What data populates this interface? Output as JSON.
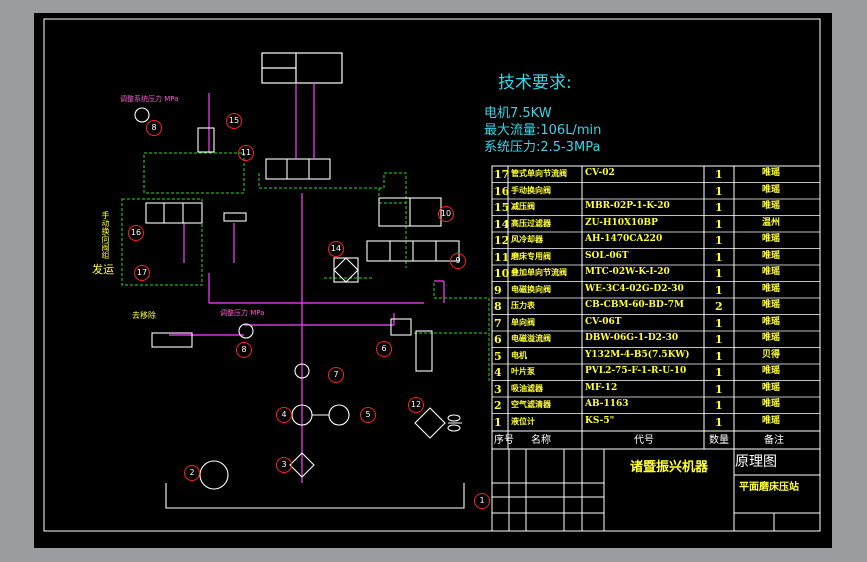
{
  "requirements": {
    "heading": "技术要求:",
    "motor": "电机7.5KW",
    "flow": "最大流量:106L/min",
    "pressure": "系统压力:2.5-3MPa"
  },
  "bom_rows": [
    {
      "no": "17",
      "name": "管式单向节流阀",
      "code": "CV-02",
      "qty": "1",
      "note": "唯瑶"
    },
    {
      "no": "16",
      "name": "手动换向阀",
      "code": "",
      "qty": "1",
      "note": "唯瑶"
    },
    {
      "no": "15",
      "name": "减压阀",
      "code": "MBR-02P-1-K-20",
      "qty": "1",
      "note": "唯瑶"
    },
    {
      "no": "14",
      "name": "高压过滤器",
      "code": "ZU-H10X10BP",
      "qty": "1",
      "note": "温州"
    },
    {
      "no": "12",
      "name": "风冷却器",
      "code": "AH-1470CA220",
      "qty": "1",
      "note": "唯瑶"
    },
    {
      "no": "11",
      "name": "磨床专用阀",
      "code": "SOL-06T",
      "qty": "1",
      "note": "唯瑶"
    },
    {
      "no": "10",
      "name": "叠加单向节流阀",
      "code": "MTC-02W-K-I-20",
      "qty": "1",
      "note": "唯瑶"
    },
    {
      "no": "9",
      "name": "电磁换向阀",
      "code": "WE-3C4-02G-D2-30",
      "qty": "1",
      "note": "唯瑶"
    },
    {
      "no": "8",
      "name": "压力表",
      "code": "CB-CBM-60-BD-7M",
      "qty": "2",
      "note": "唯瑶"
    },
    {
      "no": "7",
      "name": "单向阀",
      "code": "CV-06T",
      "qty": "1",
      "note": "唯瑶"
    },
    {
      "no": "6",
      "name": "电磁溢流阀",
      "code": "DBW-06G-1-D2-30",
      "qty": "1",
      "note": "唯瑶"
    },
    {
      "no": "5",
      "name": "电机",
      "code": "Y132M-4-B5(7.5KW)",
      "qty": "1",
      "note": "贝得"
    },
    {
      "no": "4",
      "name": "叶片泵",
      "code": "PVL2-75-F-1-R-U-10",
      "qty": "1",
      "note": "唯瑶"
    },
    {
      "no": "3",
      "name": "吸油滤器",
      "code": "MF-12",
      "qty": "1",
      "note": "唯瑶"
    },
    {
      "no": "2",
      "name": "空气滤清器",
      "code": "AB-1163",
      "qty": "1",
      "note": "唯瑶"
    },
    {
      "no": "1",
      "name": "液位计",
      "code": "KS-5\"",
      "qty": "1",
      "note": "唯瑶"
    }
  ],
  "bom_header": {
    "no": "序号",
    "name": "名称",
    "code": "代号",
    "qty": "数量",
    "note": "备注"
  },
  "title_block": {
    "company": "诸暨振兴机器",
    "drawing": "原理图",
    "product": "平面磨床压站"
  },
  "labels": {
    "gauge_top": "调整系统压力 MPa",
    "gauge_mid": "调整压力 MPa",
    "side_vertical": "手动换向阀组",
    "send": "发运",
    "remove": "去移除"
  },
  "callouts": [
    "15",
    "11",
    "8",
    "16",
    "17",
    "14",
    "10",
    "9",
    "6",
    "7",
    "4",
    "5",
    "3",
    "12",
    "2",
    "1",
    "8"
  ]
}
